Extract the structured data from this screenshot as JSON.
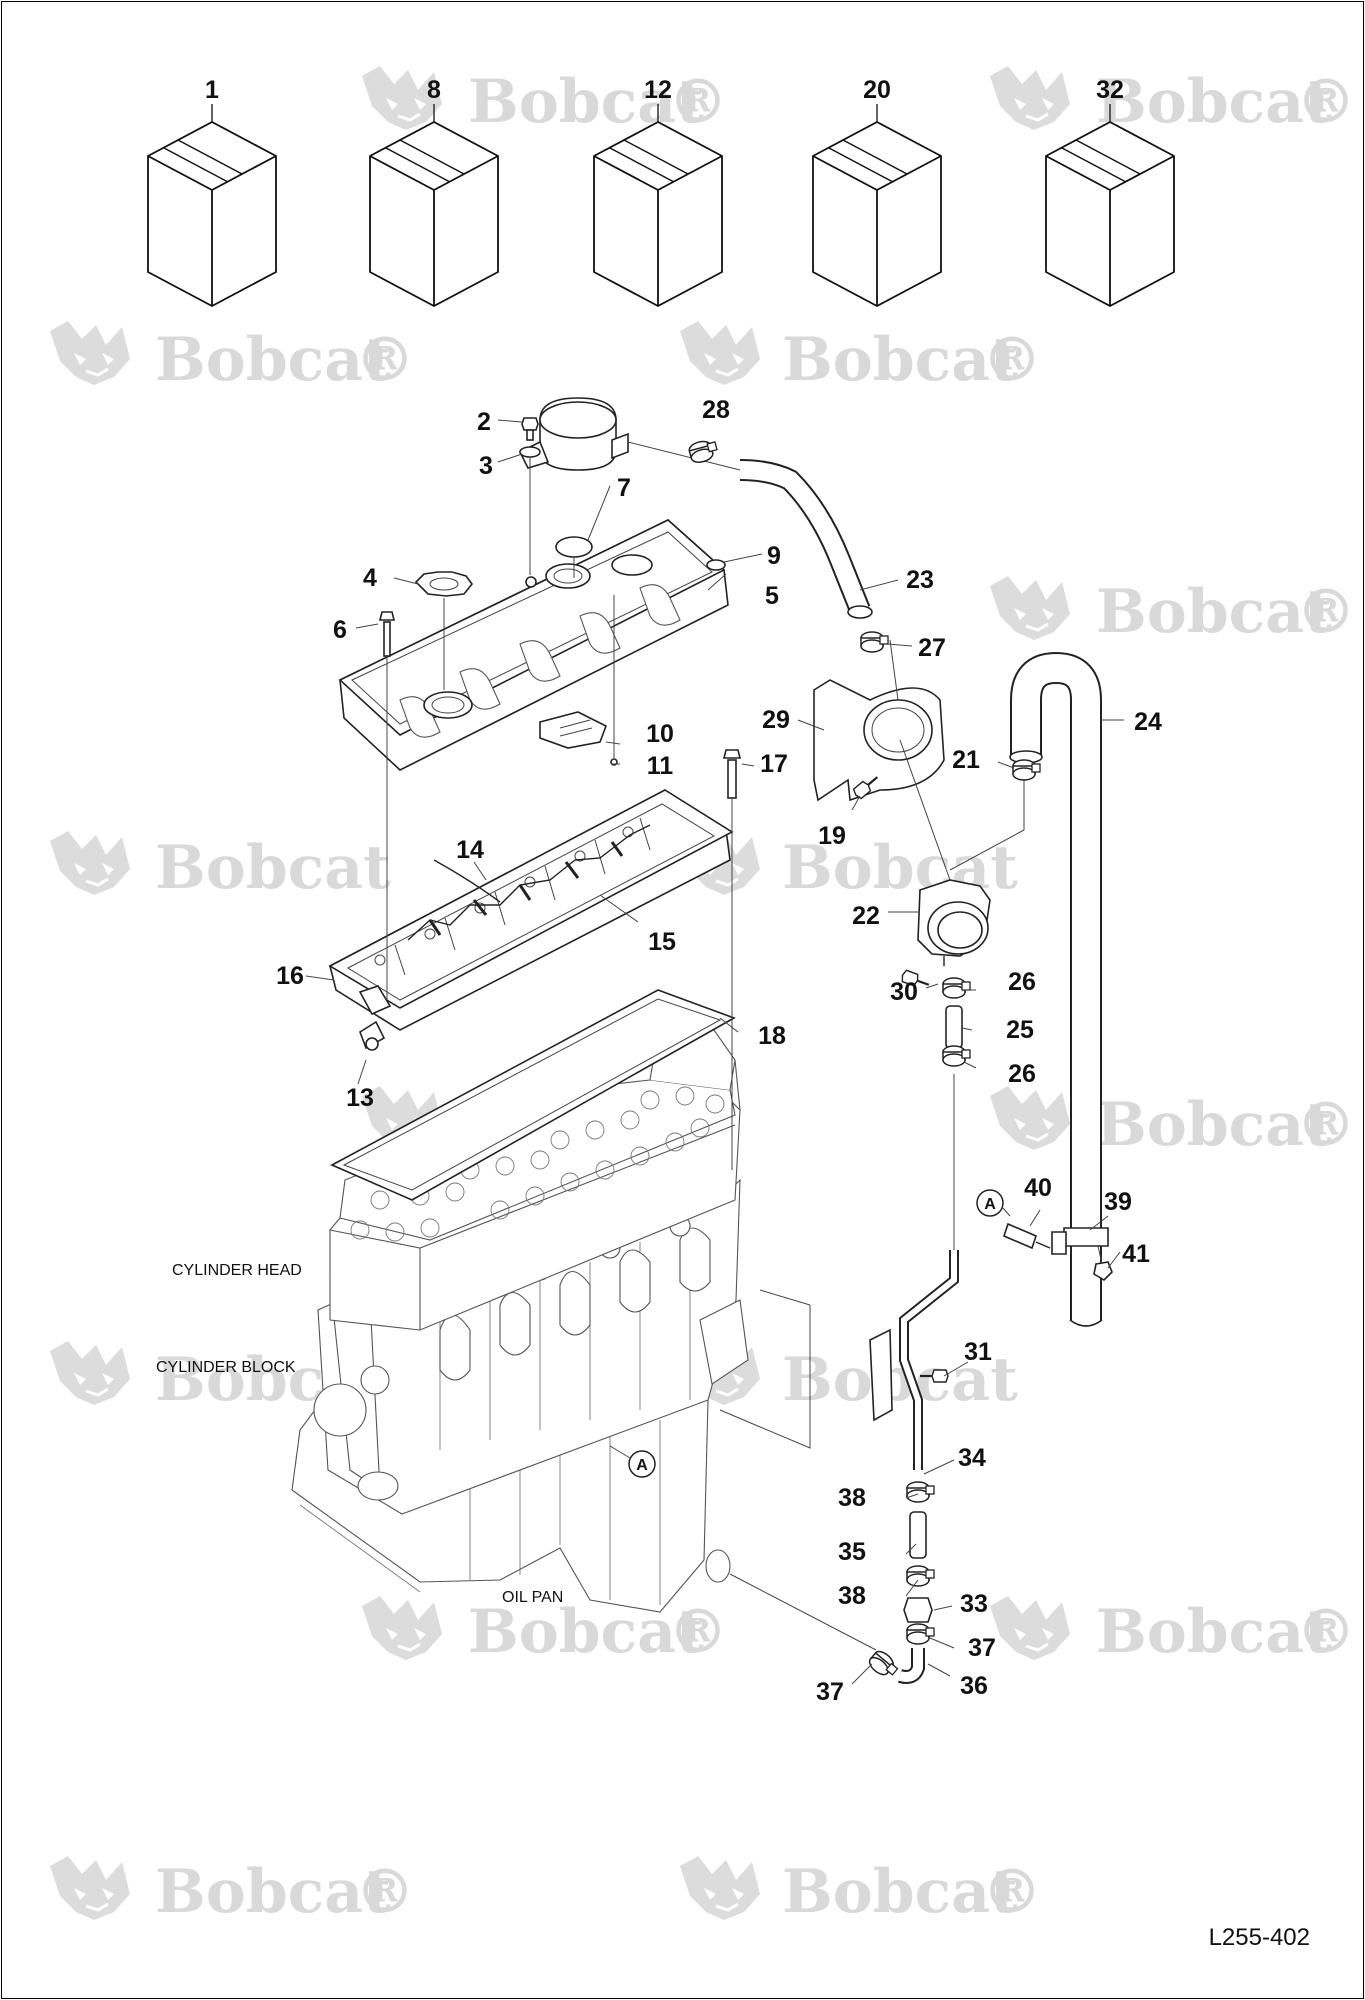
{
  "watermark": {
    "brand": "Bobcat",
    "registered": "®"
  },
  "kits": [
    {
      "id": "kit-1",
      "label": "1"
    },
    {
      "id": "kit-8",
      "label": "8"
    },
    {
      "id": "kit-12",
      "label": "12"
    },
    {
      "id": "kit-20",
      "label": "20"
    },
    {
      "id": "kit-32",
      "label": "32"
    }
  ],
  "callouts": {
    "c2": "2",
    "c3": "3",
    "c28": "28",
    "c7": "7",
    "c9": "9",
    "c4": "4",
    "c5": "5",
    "c6": "6",
    "c23": "23",
    "c27": "27",
    "c29": "29",
    "c24": "24",
    "c10": "10",
    "c11": "11",
    "c17": "17",
    "c21": "21",
    "c19": "19",
    "c14": "14",
    "c22": "22",
    "c15": "15",
    "c16": "16",
    "c30": "30",
    "c26a": "26",
    "c25": "25",
    "c18": "18",
    "c26b": "26",
    "c13": "13",
    "c40": "40",
    "c39": "39",
    "c41": "41",
    "c31": "31",
    "c34": "34",
    "c38a": "38",
    "c35": "35",
    "c38b": "38",
    "c33": "33",
    "c37a": "37",
    "c36": "36",
    "c37b": "37"
  },
  "reference_marker": "A",
  "labels": {
    "cylinder_head": "CYLINDER HEAD",
    "cylinder_block": "CYLINDER BLOCK",
    "oil_pan": "OIL PAN"
  },
  "drawing_id": "L255-402"
}
